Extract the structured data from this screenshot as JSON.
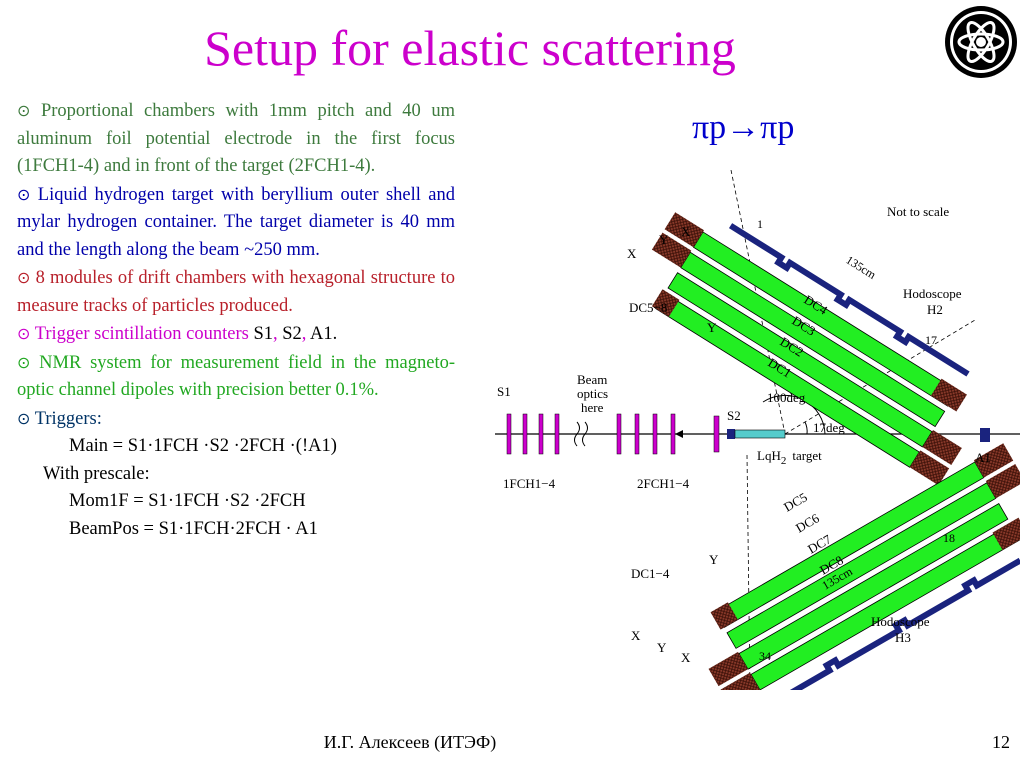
{
  "title": "Setup for elastic scattering",
  "reaction": "πp→πp",
  "bullet_marker": "⊙",
  "bullets": [
    {
      "text": "Proportional chambers with 1mm pitch and 40 um aluminum foil potential electrode in the first focus (1FCH1-4) and in front of the target (2FCH1-4)."
    },
    {
      "text": "Liquid hydrogen target with beryllium outer shell and mylar hydrogen container. The target diameter is 40 mm and the length along the beam ~250 mm."
    },
    {
      "text": "8 modules of drift chambers with hexagonal structure to measure tracks of particles produced."
    },
    {
      "text_a": "Trigger scintillation counters ",
      "text_b": "S1",
      "text_c": ", ",
      "text_d": "S2",
      "text_e": ", ",
      "text_f": "A1",
      "text_g": "."
    },
    {
      "text": "NMR system for measurement field in the magneto-optic channel dipoles with precision better 0.1%."
    },
    {
      "text": "Triggers:"
    }
  ],
  "triggers": {
    "main": "Main = S1·1FCH ·S2 ·2FCH ·(!A1)",
    "prescale_label": "With prescale:",
    "mom1f": "Mom1F = S1·1FCH ·S2 ·2FCH",
    "beampos": "BeamPos = S1·1FCH·2FCH · A1"
  },
  "diagram": {
    "not_to_scale": "Not to scale",
    "hodoscope_h2": [
      "Hodoscope",
      "H2"
    ],
    "hodoscope_h3": [
      "Hodoscope",
      "H3"
    ],
    "dc58": "DC5−8",
    "dc14": "DC1−4",
    "s1": "S1",
    "s2": "S2",
    "a1": "A1",
    "beam_optics": [
      "Beam",
      "optics",
      "here"
    ],
    "fch1": "1FCH1−4",
    "fch2": "2FCH1−4",
    "angle100": "100deg",
    "angle17": "17deg",
    "target": "target",
    "lqh": "LqH",
    "lqh_sub": "2",
    "dc_upper": [
      "DC4",
      "DC3",
      "DC2",
      "DC1"
    ],
    "dc_lower": [
      "DC5",
      "DC6",
      "DC7",
      "DC8"
    ],
    "len_upper": "135cm",
    "len_lower": "135cm",
    "n1": "1",
    "n17": "17",
    "n18": "18",
    "n34": "34",
    "x": "X",
    "y": "Y",
    "colors": {
      "chamber": "#22ee22",
      "endcap": "#8b3a2a",
      "hodo": "#1a237e",
      "counter": "#cc00cc"
    }
  },
  "footer": {
    "author": "И.Г. Алексеев (ИТЭФ)",
    "page": "12"
  }
}
